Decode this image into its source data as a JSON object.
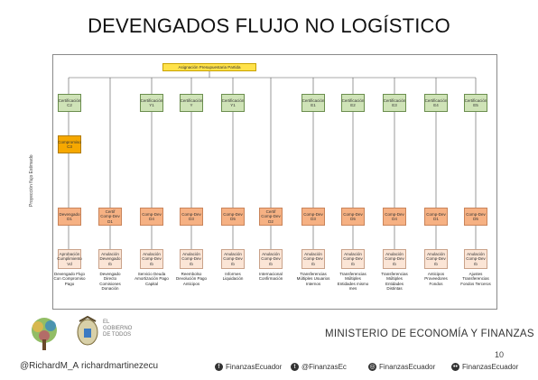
{
  "title": "DEVENGADOS FLUJO NO LOGÍSTICO",
  "sidebar_label": "Proyección flujo Estimado",
  "diagram": {
    "top_box": "Asignación Presupuestaria Partida",
    "row1": [
      "Certificación C2",
      "Certificación Y1",
      "Certificación Y",
      "Certificación Y1",
      "Certificación E1",
      "Certificación E2",
      "Certificación E3",
      "Certificación E4",
      "Certificación E5"
    ],
    "compromise_box": "Compromiso C3",
    "row2": [
      "Devengado D1",
      "Certif Comp-Dev D1",
      "Comp-Dev D4",
      "Comp-Dev D3",
      "Comp-Dev D5",
      "Certif Comp-Dev D2",
      "Comp-Dev D3",
      "Comp-Dev D5",
      "Comp-Dev D4",
      "Comp-Dev D1",
      "Comp-Dev D5"
    ],
    "row3": [
      "Aprobación Cumplimiento Vd",
      "Anulación Devengado Ib",
      "Anulación Comp-Dev Ib",
      "Anulación Comp-Dev Ib",
      "Anulación Comp-Dev Ib",
      "Anulación Comp-Dev Ib",
      "Anulación Comp-Dev Ib",
      "Anulación Comp-Dev Ib",
      "Anulación Comp-Dev Ib",
      "Anulación Comp-Dev Ib",
      "Anulación Comp-Dev Ib"
    ],
    "descriptions": [
      "Devengado Flujo Con Compromiso Pago",
      "Devengado Directo Comisiones Donación",
      "Servicio Deuda Amortización Pago Capital",
      "Reembolso Devolución Pago Anticipos",
      "Informes Liquidación",
      "Internacional Confirmación",
      "Transferencias Múltiples Usuarios Internos",
      "Transferencias Múltiples Entidades mismo mes",
      "Transferencias Múltiples Entidades Distintas",
      "Anticipos Proveedores Fondos",
      "Ajustes Transferencias Fondos Terceros"
    ]
  },
  "ministry": "MINISTERIO DE ECONOMÍA Y FINANZAS",
  "page_number": "10",
  "footer": {
    "handle": "@RichardM_A",
    "site": "richardmartinezecu",
    "facebook": "FinanzasEcuador",
    "twitter": "@FinanzasEc",
    "instagram": "FinanzasEcuador",
    "flickr": "FinanzasEcuador"
  },
  "gov_logo_text": "EL GOBIERNO DE TODOS"
}
